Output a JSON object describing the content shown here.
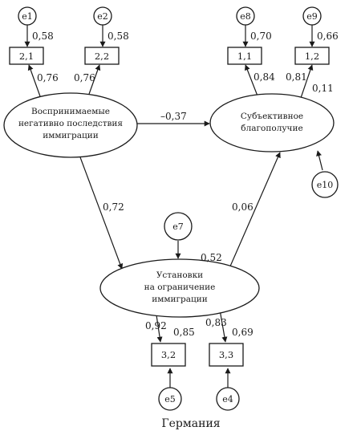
{
  "caption": "Германия",
  "latent": {
    "perceived": [
      "Воспринимаемые",
      "негативно последствия",
      "иммиграции"
    ],
    "wellbeing": [
      "Субъективное",
      "благополучие"
    ],
    "attitudes": [
      "Установки",
      "на ограничение",
      "иммиграции"
    ]
  },
  "indicators": {
    "i21": "2,1",
    "i22": "2,2",
    "i11": "1,1",
    "i12": "1,2",
    "i32": "3,2",
    "i33": "3,3"
  },
  "errors": {
    "e1": "e1",
    "e2": "e2",
    "e4": "e4",
    "e5": "e5",
    "e7": "e7",
    "e8": "e8",
    "e9": "e9",
    "e10": "e10"
  },
  "coefficients": {
    "e1_i21": "0,58",
    "e2_i22": "0,58",
    "e8_i11": "0,70",
    "e9_i12": "0,66",
    "perc_i21": "0,76",
    "perc_i22": "0,76",
    "wb_i11": "0,84",
    "wb_i12": "0,81",
    "wb_r2": "0,11",
    "perc_wb": "–0,37",
    "perc_att": "0,72",
    "att_wb": "0,06",
    "att_r2": "0,52",
    "att_i32": "0,92",
    "e5_i32": "0,85",
    "att_i33": "0,83",
    "e4_i33": "0,69"
  }
}
